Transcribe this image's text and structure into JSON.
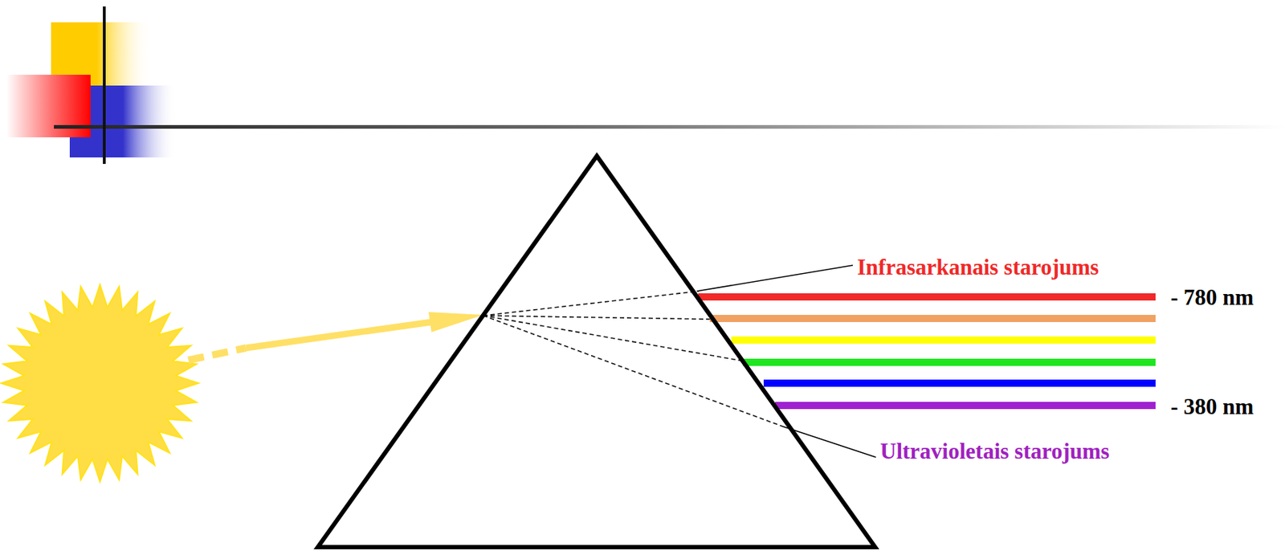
{
  "diagram": {
    "labels": [
      "Infrasarkanais starojums",
      "- 780 nm",
      "- 380 nm",
      "Ultravioletais starojums"
    ]
  }
}
